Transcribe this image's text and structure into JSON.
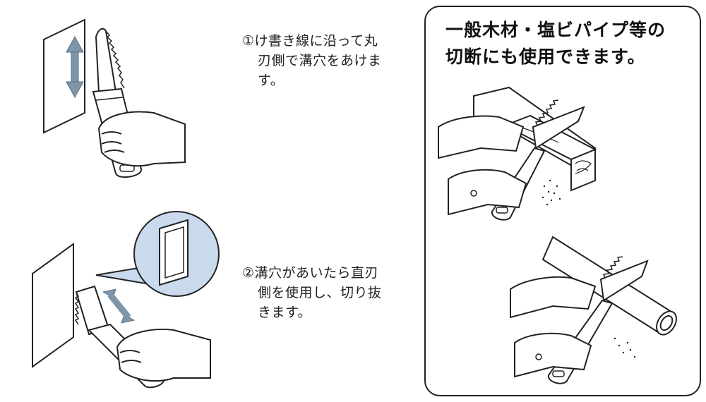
{
  "steps": [
    {
      "lines": [
        "①け書き線に沿って丸",
        "刃側で溝穴をあけま",
        "す。"
      ]
    },
    {
      "lines": [
        "②溝穴があいたら直刃",
        "側を使用し、切り抜",
        "きます。"
      ]
    }
  ],
  "panel": {
    "title_lines": [
      "一般木材・塩ビパイプ等の",
      "切断にも使用できます。"
    ]
  },
  "colors": {
    "arrow": "#7f95a8",
    "magnifier_fill": "#c9daec",
    "line": "#222222"
  },
  "icons": {
    "step1": "hand-saw-plunge-cut-icon",
    "step2": "hand-saw-straight-cut-icon",
    "wood": "wood-cutting-icon",
    "pipe": "pipe-cutting-icon"
  }
}
